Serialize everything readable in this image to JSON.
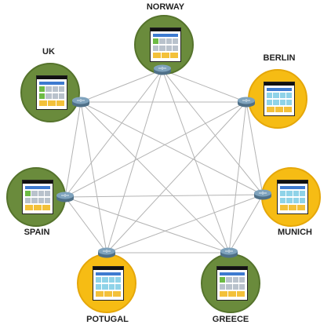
{
  "colors": {
    "green": "#6a8b3c",
    "yellow": "#f6bc14",
    "router": "#5a7f98",
    "link": "#b4b4b4"
  },
  "icons": {
    "router": "router-icon",
    "server": "server-rack-icon"
  },
  "sites": [
    {
      "key": "norway",
      "name": "NORWAY",
      "theme": "green"
    },
    {
      "key": "uk",
      "name": "UK",
      "theme": "green"
    },
    {
      "key": "berlin",
      "name": "BERLIN",
      "theme": "yellow"
    },
    {
      "key": "spain",
      "name": "SPAIN",
      "theme": "green"
    },
    {
      "key": "munich",
      "name": "MUNICH",
      "theme": "yellow"
    },
    {
      "key": "potugal",
      "name": "POTUGAL",
      "theme": "yellow"
    },
    {
      "key": "greece",
      "name": "GREECE",
      "theme": "green"
    }
  ],
  "topology": "full-mesh"
}
